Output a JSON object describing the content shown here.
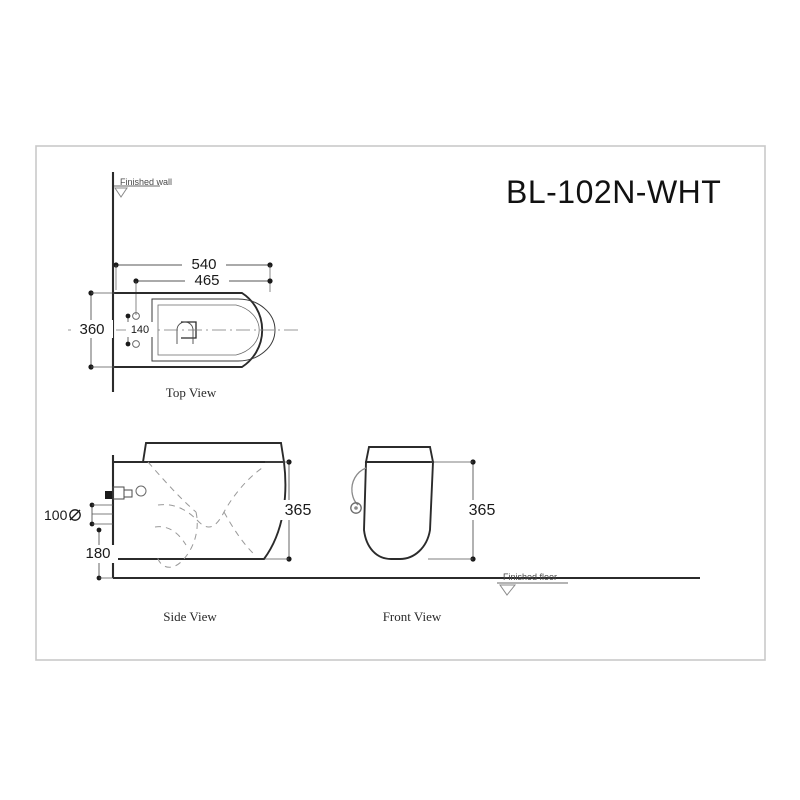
{
  "sheet": {
    "background_color": "#ffffff",
    "border_color": "#c9c9c9",
    "line_color": "#2b2b2b",
    "dim_line_color": "#555555",
    "hidden_line_color": "#9a9a9a",
    "title": "BL-102N-WHT"
  },
  "annotations": {
    "finished_wall": "Finished wall",
    "finished_floor": "Finished floor"
  },
  "views": {
    "top": {
      "caption": "Top View",
      "dimensions": {
        "overall_length": "540",
        "body_length": "465",
        "overall_width": "360",
        "bolt_spacing": "140"
      }
    },
    "side": {
      "caption": "Side View",
      "dimensions": {
        "height": "365",
        "outlet_height": "180",
        "outlet_diameter": "100",
        "diameter_symbol": "⌀"
      }
    },
    "front": {
      "caption": "Front View",
      "dimensions": {
        "height": "365"
      }
    }
  }
}
